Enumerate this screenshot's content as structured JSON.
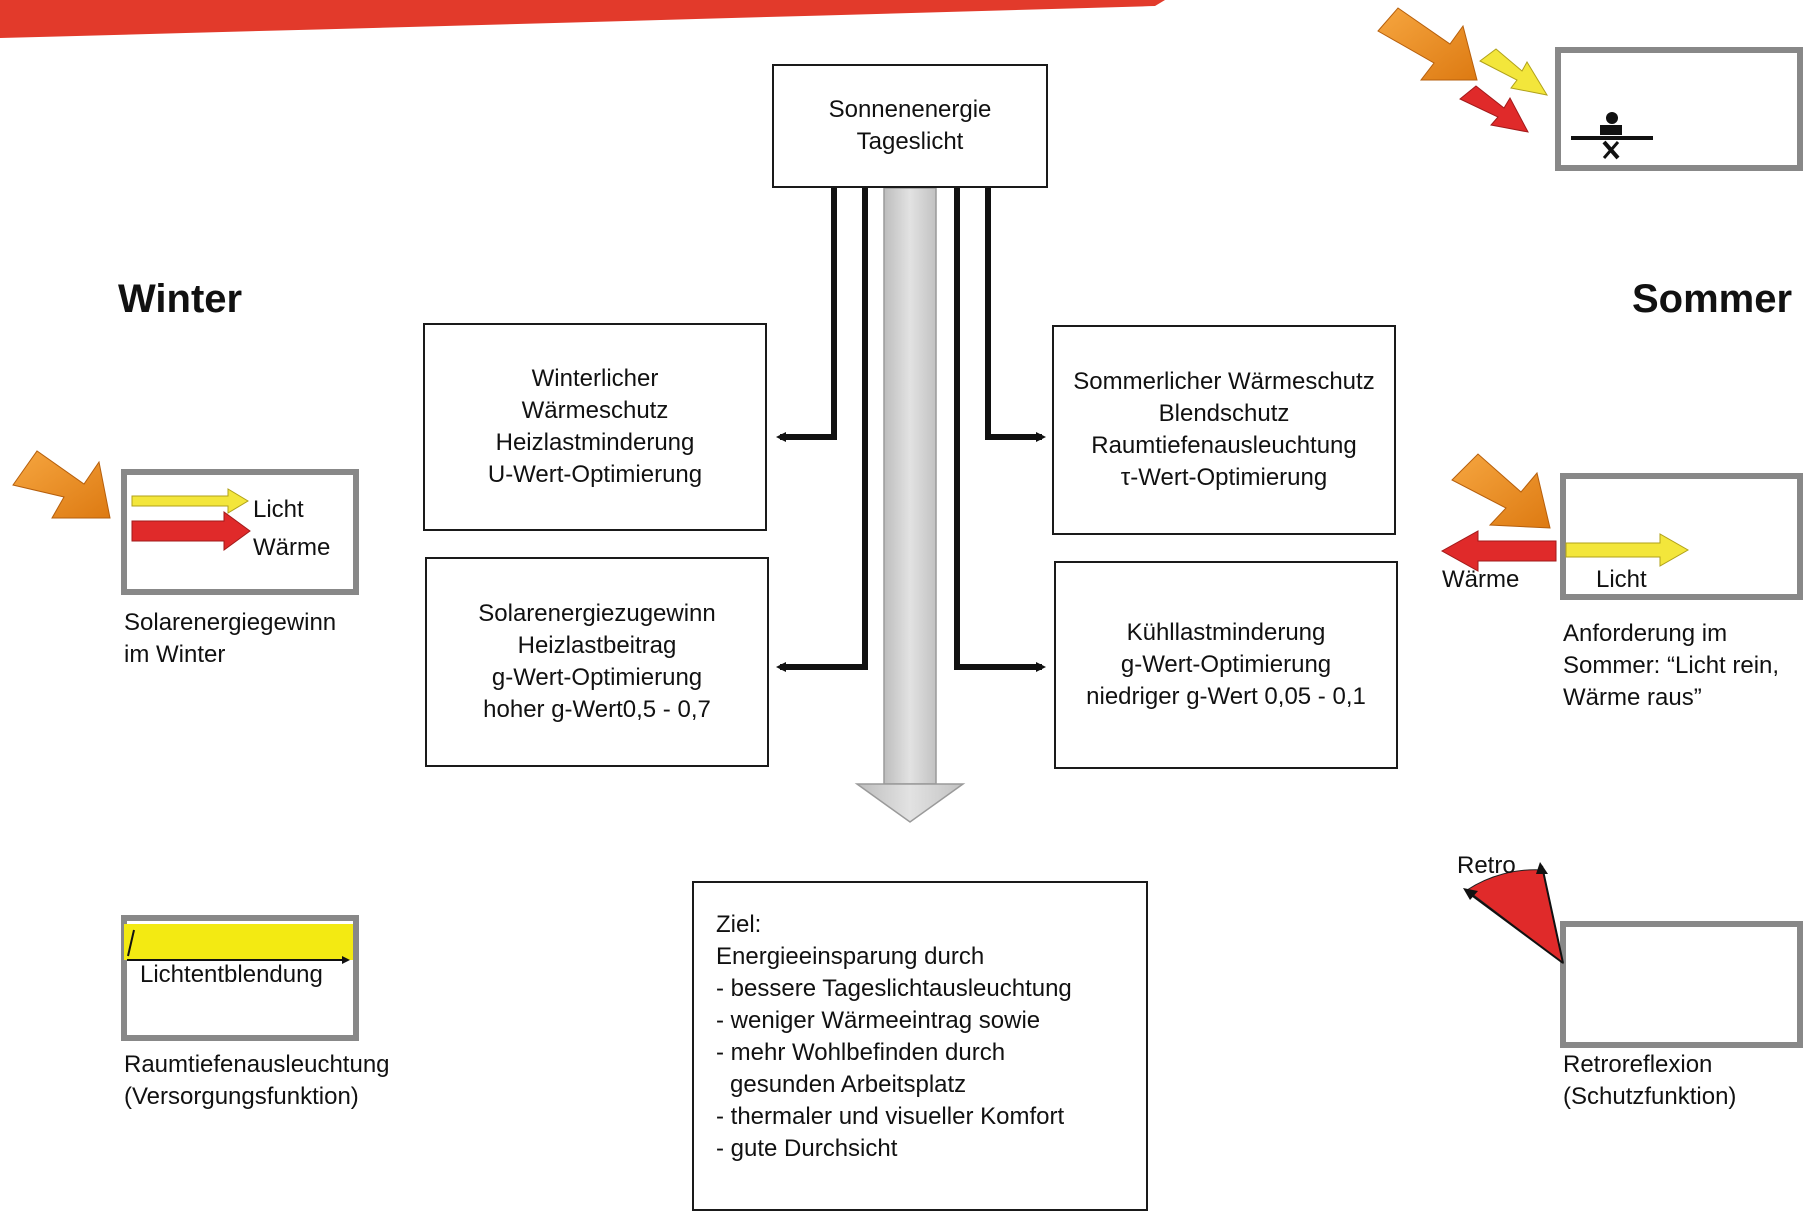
{
  "source_box": {
    "line1": "Sonnenenergie",
    "line2": "Tageslicht"
  },
  "seasons": {
    "winter": "Winter",
    "summer": "Sommer"
  },
  "boxes": {
    "winter_protection": [
      "Winterlicher",
      "Wärmeschutz",
      "Heizlastminderung",
      "U-Wert-Optimierung"
    ],
    "solar_gain": [
      "Solarenergiezugewinn",
      "Heizlastbeitrag",
      "g-Wert-Optimierung",
      "hoher g-Wert0,5 - 0,7"
    ],
    "summer_protection": [
      "Sommerlicher Wärmeschutz",
      "Blendschutz",
      "Raumtiefenausleuchtung",
      "τ-Wert-Optimierung"
    ],
    "cooling": [
      "Kühllastminderung",
      "g-Wert-Optimierung",
      "niedriger g-Wert 0,05 - 0,1"
    ]
  },
  "goal": {
    "title": "Ziel:",
    "lines": [
      "Energieeinsparung durch",
      "- bessere Tageslichtausleuchtung",
      "- weniger Wärmeeintrag sowie",
      "- mehr Wohlbefinden durch",
      "  gesunden Arbeitsplatz",
      "- thermaler und visueller Komfort",
      "- gute Durchsicht"
    ]
  },
  "illustrations": {
    "winter_gain": {
      "light": "Licht",
      "heat": "Wärme",
      "caption": [
        "Solarenergiegewinn",
        "im Winter"
      ]
    },
    "deep_light": {
      "label": "Lichtentblendung",
      "caption": [
        "Raumtiefenausleuchtung",
        "(Versorgungsfunktion)"
      ]
    },
    "summer_requirement": {
      "heat": "Wärme",
      "light": "Licht",
      "caption": [
        "Anforderung im",
        "Sommer: “Licht rein,",
        "Wärme raus”"
      ]
    },
    "retro": {
      "label": "Retro",
      "caption": [
        "Retroreflexion",
        "(Schutzfunktion)"
      ]
    }
  },
  "colors": {
    "banner_red": "#e23a2b",
    "sun_orange": "#f29025",
    "light_yellow": "#f3e63b",
    "heat_red": "#e02a2a",
    "shaft_gray": "#d4d4d4"
  }
}
